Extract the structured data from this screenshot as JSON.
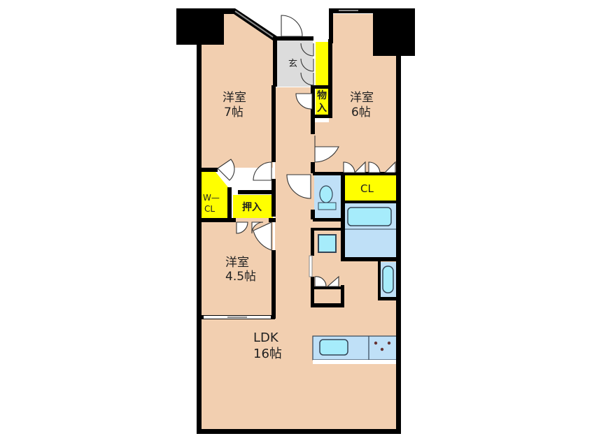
{
  "floorplan": {
    "colors": {
      "floor": "#f2cfb0",
      "wall": "#000000",
      "storage": "#ffff00",
      "entrance": "#dcdcdc",
      "wet": "#bfe0f7",
      "fixture": "#a6ecfb",
      "door": "#ffffff"
    },
    "rooms": {
      "western_7": {
        "name": "洋室",
        "size": "7帖"
      },
      "western_6": {
        "name": "洋室",
        "size": "6帖"
      },
      "western_45": {
        "name": "洋室",
        "size": "4.5帖"
      },
      "ldk": {
        "name": "LDK",
        "size": "16帖"
      },
      "entrance": {
        "name": "玄"
      },
      "storage": {
        "line1": "物",
        "line2": "入"
      },
      "closet": {
        "name": "CL"
      },
      "walkin_closet": {
        "line1": "W—",
        "line2": "CL"
      },
      "oshiire": {
        "name": "押入"
      }
    }
  }
}
